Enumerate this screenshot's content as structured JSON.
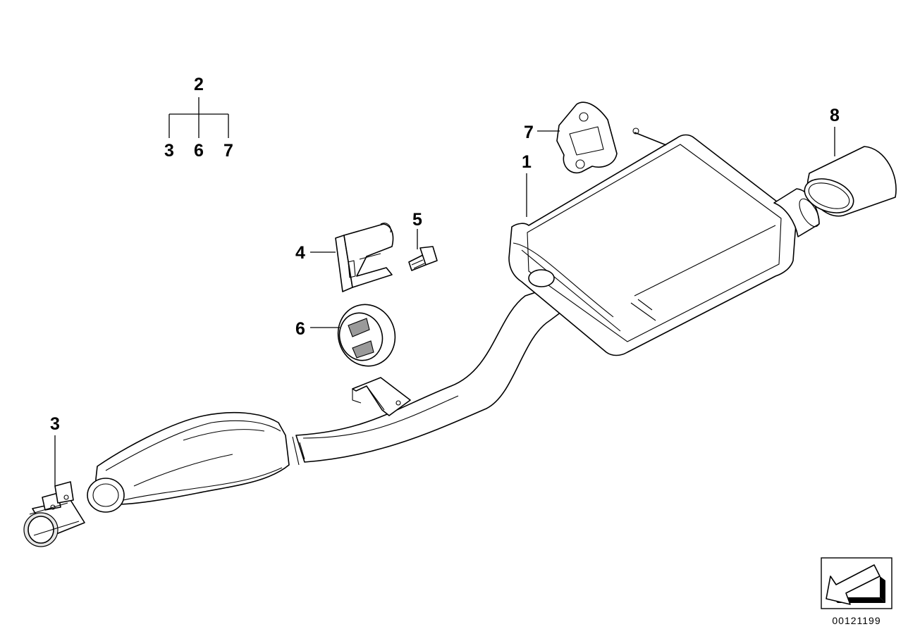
{
  "legend_tree": {
    "parent": "2",
    "children": [
      "3",
      "6",
      "7"
    ]
  },
  "callouts": {
    "muffler": "1",
    "clamp": "3",
    "bracket": "4",
    "bolt": "5",
    "rubber_ring": "6",
    "rubber_mount": "7",
    "tailpipe_trim": "8"
  },
  "document_number": "00121199",
  "icons": {
    "orientation": "direction-arrow-icon"
  }
}
